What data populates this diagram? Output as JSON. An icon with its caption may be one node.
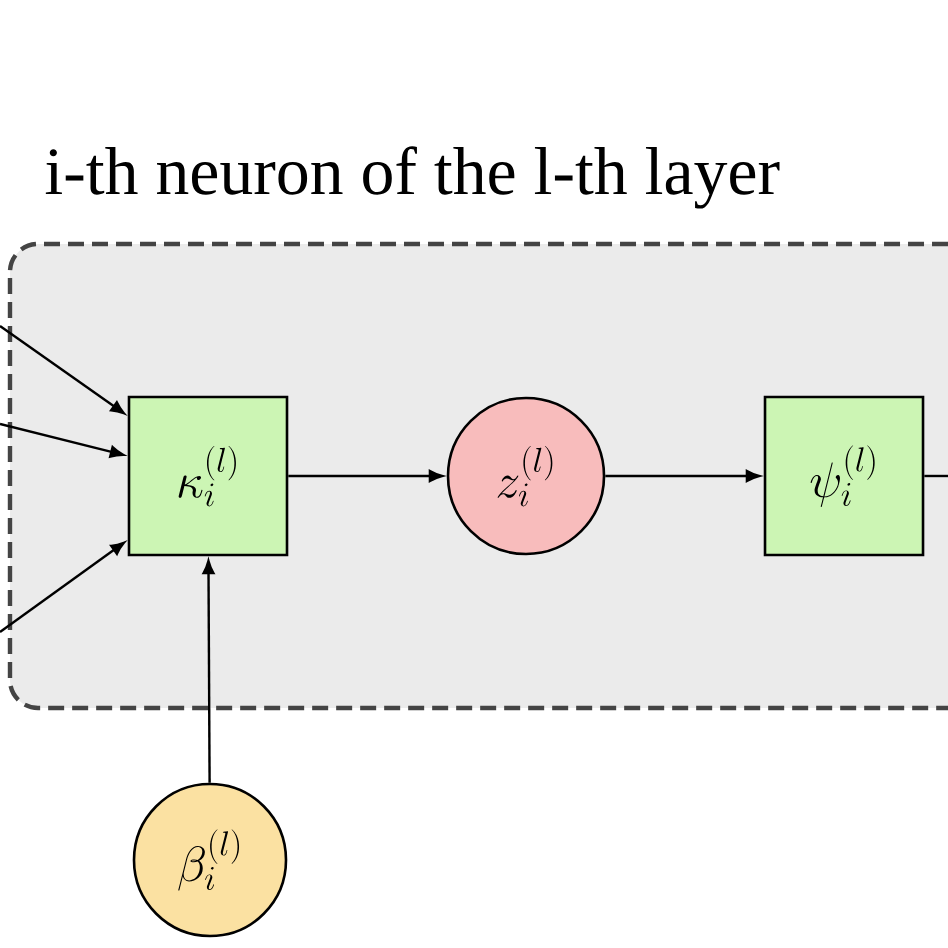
{
  "diagram": {
    "nodes": [
      {
        "text": [
          "i-th neuron of the l-th layer"
        ]
      },
      {
        "text": [
          "\\kappa_i^{(l)}"
        ],
        "in": 0
      },
      {
        "text": [
          "z_i^{(l)}"
        ],
        "in": 0
      },
      {
        "text": [
          "\\psi_i^{(l)}"
        ],
        "in": 0
      },
      {
        "text": [
          "\\beta_i^{(l)}"
        ]
      }
    ],
    "edges": [
      {
        "from": null,
        "to": 1,
        "arrow": "to"
      },
      {
        "from": null,
        "to": 1,
        "arrow": "to"
      },
      {
        "from": null,
        "to": 1,
        "arrow": "to"
      },
      {
        "from": 1,
        "to": 2,
        "arrow": "to"
      },
      {
        "from": 2,
        "to": 3,
        "arrow": "to"
      },
      {
        "from": 3,
        "to": null,
        "arrow": "none"
      },
      {
        "from": 4,
        "to": 1,
        "arrow": "to"
      }
    ]
  }
}
